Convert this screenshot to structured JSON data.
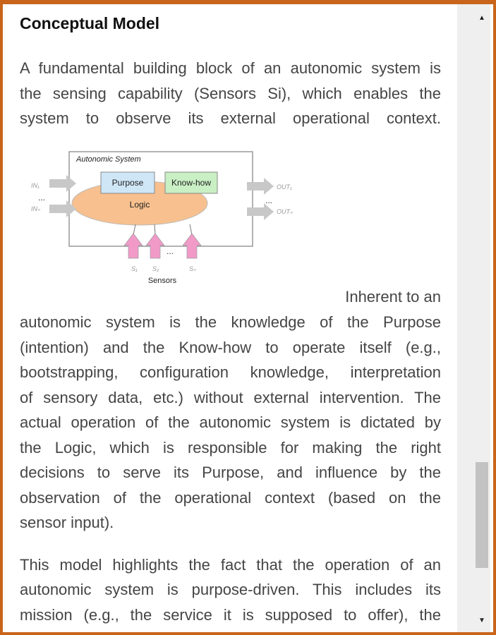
{
  "title": "Conceptual Model",
  "paragraph1": [
    "A fundamental building block of an autonomic system is",
    "the sensing capability (Sensors Si), which enables the",
    "system to observe its external operational context."
  ],
  "diagram": {
    "system_label": "Autonomic System",
    "purpose": "Purpose",
    "knowhow": "Know-how",
    "logic": "Logic",
    "in1": "IN₁",
    "inn": "INₙ",
    "out1": "OUT₁",
    "outn": "OUTₙ",
    "s1": "S₁",
    "s2": "S₂",
    "sn": "Sₙ",
    "ellipsis": "...",
    "sensors": "Sensors",
    "colors": {
      "purpose": "#cfe6f7",
      "knowhow": "#c9efc4",
      "logic": "#f7c08e",
      "sensor_arrow": "#f19ac8",
      "io_arrow": "#c8c8c8"
    }
  },
  "paragraph2": [
    "Inherent to an",
    "autonomic system is the knowledge of the Purpose",
    "(intention) and the Know-how to operate itself (e.g.,",
    "bootstrapping, configuration knowledge, interpretation",
    "of sensory data, etc.) without external intervention. The",
    "actual operation of the autonomic system is dictated by",
    "the Logic, which is responsible for making the right",
    "decisions to serve its Purpose, and influence by the",
    "observation of the operational context (based on the",
    "sensor input)."
  ],
  "paragraph3": [
    "This model highlights the fact that the operation of an",
    "autonomic system is purpose-driven. This includes its",
    "mission (e.g., the service it is supposed to offer), the"
  ],
  "scrollbar": {
    "position_fraction": 0.78,
    "up": "▲",
    "down": "▼"
  }
}
